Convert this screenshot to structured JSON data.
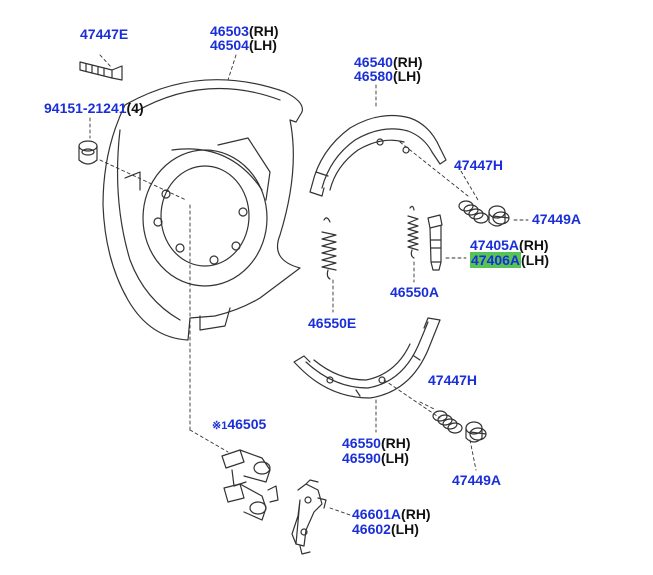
{
  "colors": {
    "part_number": "#1a2fd8",
    "side_text": "#111111",
    "highlight": "#55c455",
    "line": "#333333"
  },
  "labels": {
    "bolt": "47447E",
    "backing_plate_rh": "46503",
    "backing_plate_rh_side": "(RH)",
    "backing_plate_lh": "46504",
    "backing_plate_lh_side": "(LH)",
    "bolt_fastener": "94151-21241",
    "bolt_fastener_qty": "(4)",
    "shoe_upper_rh": "46540",
    "shoe_upper_rh_side": "(RH)",
    "shoe_upper_lh": "46580",
    "shoe_upper_lh_side": "(LH)",
    "spring_upper": "47447H",
    "cup_upper": "47449A",
    "adjuster_rh": "47405A",
    "adjuster_rh_side": "(RH)",
    "adjuster_lh": "47406A",
    "adjuster_lh_side": "(LH)",
    "return_spring": "46550A",
    "spring_left": "46550E",
    "ref_mark": "※1",
    "lever_pin": "46505",
    "spring_lower": "47447H",
    "shoe_lower_rh": "46550",
    "shoe_lower_rh_side": "(RH)",
    "shoe_lower_lh": "46590",
    "shoe_lower_lh_side": "(LH)",
    "cup_lower": "47449A",
    "lever_rh": "46601A",
    "lever_rh_side": "(RH)",
    "lever_lh": "46602",
    "lever_lh_side": "(LH)"
  }
}
